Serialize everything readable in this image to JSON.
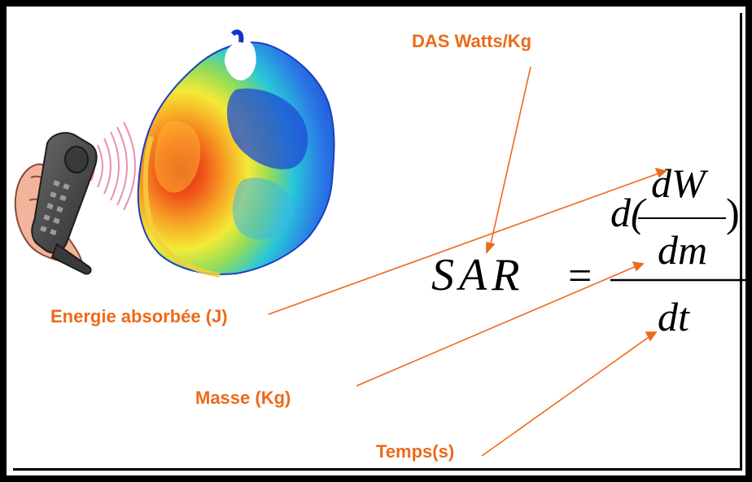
{
  "labels": {
    "das": "DAS  Watts/Kg",
    "energy": "Energie absorbée (J)",
    "mass": "Masse (Kg)",
    "time": "Temps(s)"
  },
  "formula": {
    "lhs": "SAR",
    "equals": "=",
    "outer_d": "d(",
    "close_paren": ")",
    "inner_numerator": "dW",
    "inner_denominator": "dm",
    "denominator": "dt"
  },
  "colors": {
    "annotation": "#ec6a1a",
    "frame": "#000000"
  },
  "icons": {
    "phone": "mobile-phone-icon",
    "head": "head-sar-heatmap"
  }
}
